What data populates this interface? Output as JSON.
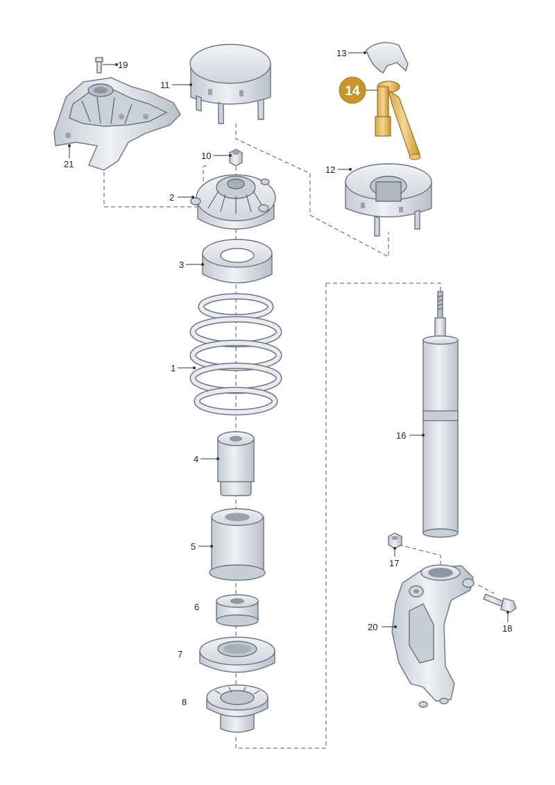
{
  "part_labels": [
    {
      "id": "p1",
      "text": "1"
    },
    {
      "id": "p2",
      "text": "2"
    },
    {
      "id": "p3",
      "text": "3"
    },
    {
      "id": "p4",
      "text": "4"
    },
    {
      "id": "p5",
      "text": "5"
    },
    {
      "id": "p6",
      "text": "6"
    },
    {
      "id": "p7",
      "text": "7"
    },
    {
      "id": "p8",
      "text": "8"
    },
    {
      "id": "p10",
      "text": "10"
    },
    {
      "id": "p11",
      "text": "11"
    },
    {
      "id": "p12",
      "text": "12"
    },
    {
      "id": "p13",
      "text": "13"
    },
    {
      "id": "p16",
      "text": "16"
    },
    {
      "id": "p17",
      "text": "17"
    },
    {
      "id": "p18",
      "text": "18"
    },
    {
      "id": "p19",
      "text": "19"
    },
    {
      "id": "p20",
      "text": "20"
    },
    {
      "id": "p21",
      "text": "21"
    }
  ],
  "highlight": {
    "text": "14",
    "fill": "#c8962b",
    "part_color": "#e8c070"
  },
  "colors": {
    "part_fill": "#dfe3e8",
    "part_shade": "#c2c8d0",
    "part_stroke": "#6b7380"
  }
}
